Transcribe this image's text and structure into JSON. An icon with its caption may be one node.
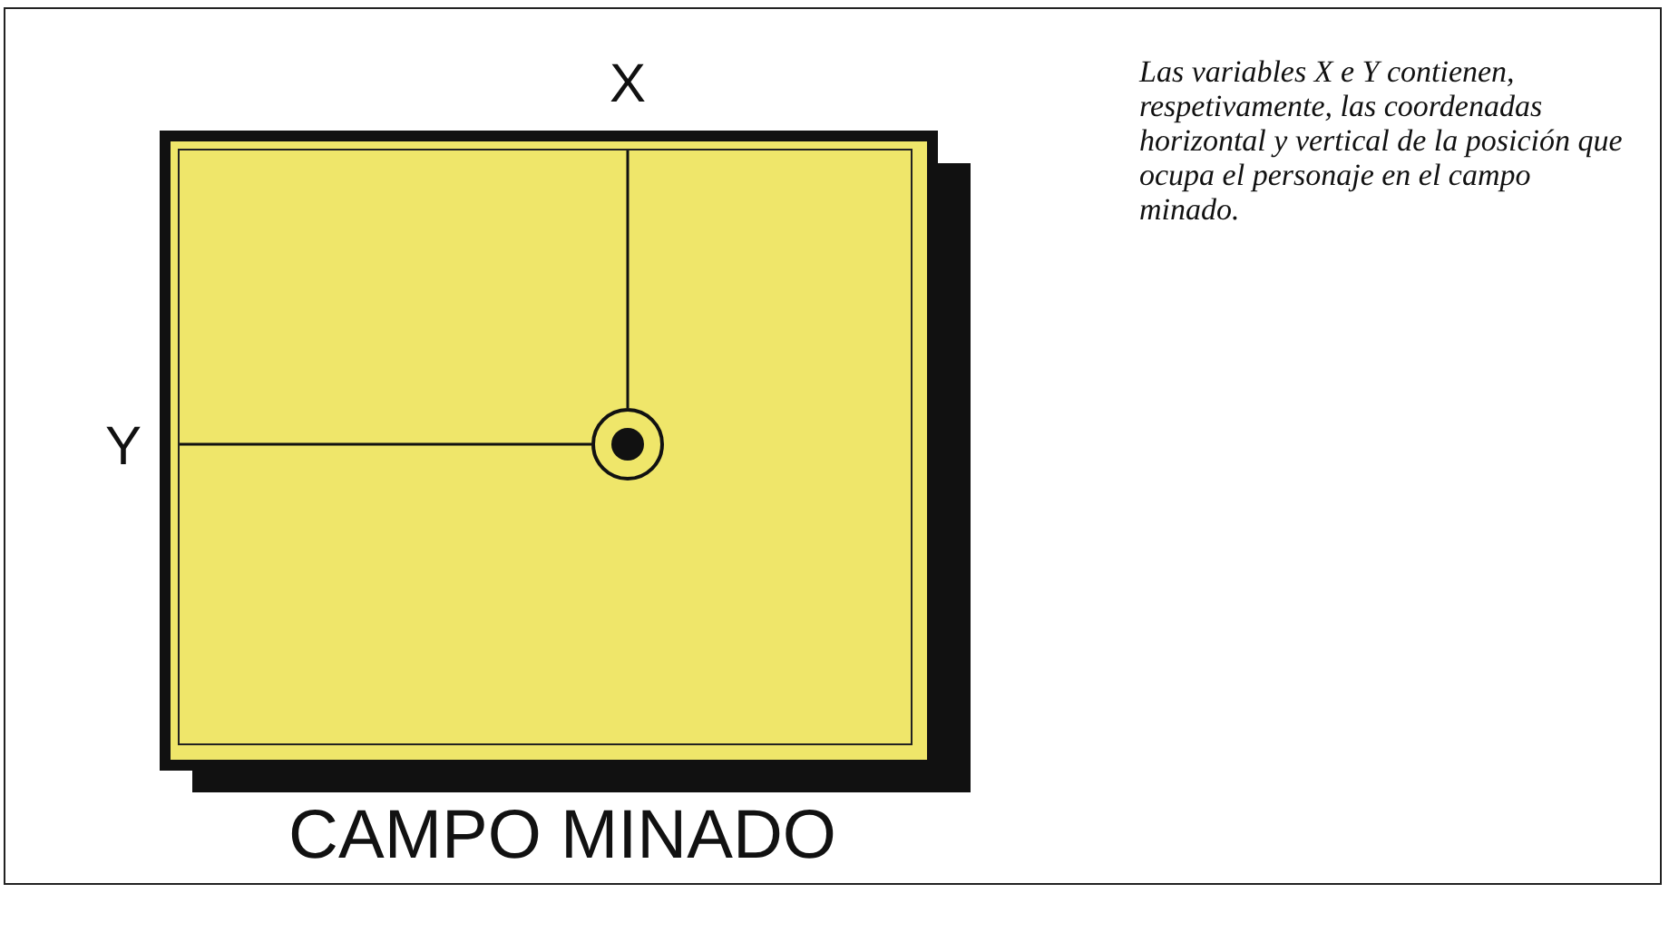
{
  "diagram": {
    "nodes": [
      {
        "text": [
          "CAMPO MINADO"
        ]
      },
      {
        "text": [],
        "shape": "circle",
        "in": 0
      }
    ],
    "edges": [],
    "labels": [
      "X",
      "Y",
      "Las variables X e Y contienen, respetivamente, las coordenadas horizontal y vertical de la posición que ocupa el personaje en el campo minado."
    ]
  }
}
